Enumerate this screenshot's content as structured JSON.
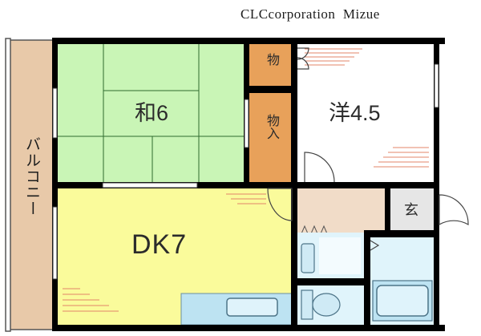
{
  "header": {
    "company": "CLCcorporation  Mizue"
  },
  "rooms": {
    "washitsu": {
      "label": "和6"
    },
    "youshitsu": {
      "label": "洋4.5"
    },
    "dk": {
      "label": "DK7"
    },
    "closet_small": {
      "label": "物"
    },
    "closet_tall": {
      "label": "物入"
    },
    "genkan": {
      "label": "玄"
    },
    "balcony": {
      "label": "バルコニー"
    }
  },
  "colors": {
    "wall": "#000000",
    "tatami": "#c9f5b6",
    "dk_floor": "#fafb9b",
    "closet": "#e8a15a",
    "balcony": "#e8c9a9",
    "hall": "#f1dcc8",
    "wet_area": "#e0f4fb",
    "fixture": "#bde3f2",
    "genkan": "#e6e6e6"
  }
}
